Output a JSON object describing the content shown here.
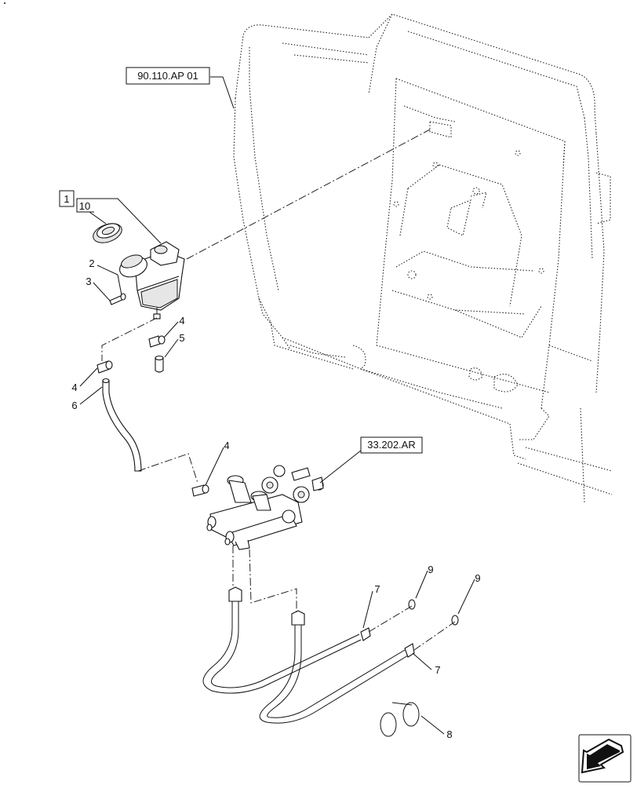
{
  "references": {
    "ref_90": "90.110.AP 01",
    "ref_33": "33.202.AR",
    "group": "1"
  },
  "callouts": {
    "c10": "10",
    "c2": "2",
    "c3": "3",
    "c4a": "4",
    "c5": "5",
    "c4b": "4",
    "c6": "6",
    "c4c": "4",
    "c7a": "7",
    "c7b": "7",
    "c9a": "9",
    "c9b": "9",
    "c8": "8"
  },
  "icons": {
    "nav": "arrow-down-left-icon"
  },
  "colors": {
    "line": "#111111",
    "background": "#ffffff"
  }
}
